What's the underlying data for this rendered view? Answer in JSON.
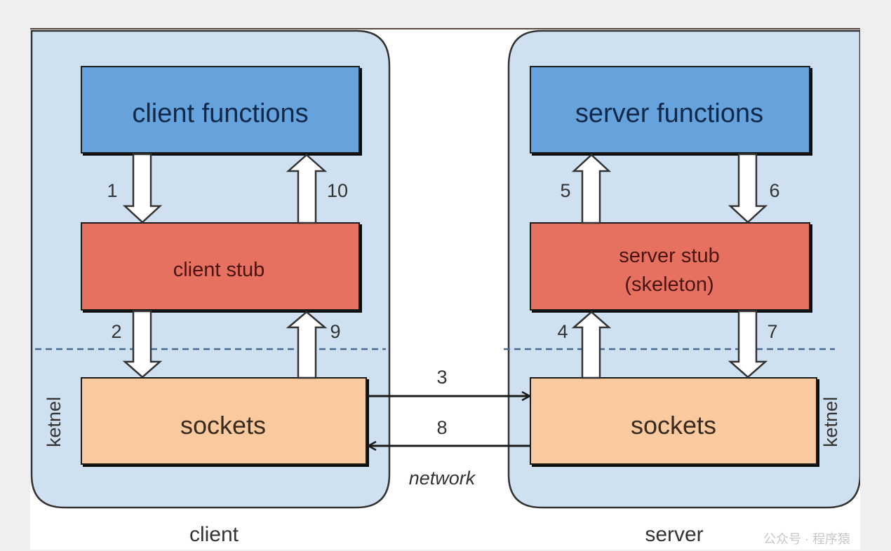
{
  "diagram": {
    "title": "RPC call flow",
    "colors": {
      "panel_fill": "#cfe0f1",
      "functions_fill": "#66a3dc",
      "stub_fill": "#e67160",
      "sockets_fill": "#f9c9a0",
      "functions_text": "#10284a",
      "stub_text": "#4a1410",
      "sockets_text": "#3a2a1e",
      "dashed_line": "#4a6a90",
      "page_bg": "#efefef"
    },
    "client": {
      "label": "client",
      "kernel_label": "ketnel",
      "functions": "client functions",
      "stub": "client stub",
      "sockets": "sockets"
    },
    "server": {
      "label": "server",
      "kernel_label": "ketnel",
      "functions": "server functions",
      "stub_line1": "server stub",
      "stub_line2": "(skeleton)",
      "sockets": "sockets"
    },
    "network_label": "network",
    "steps": [
      "1",
      "2",
      "3",
      "4",
      "5",
      "6",
      "7",
      "8",
      "9",
      "10"
    ],
    "watermark": "公众号 · 程序猿"
  }
}
